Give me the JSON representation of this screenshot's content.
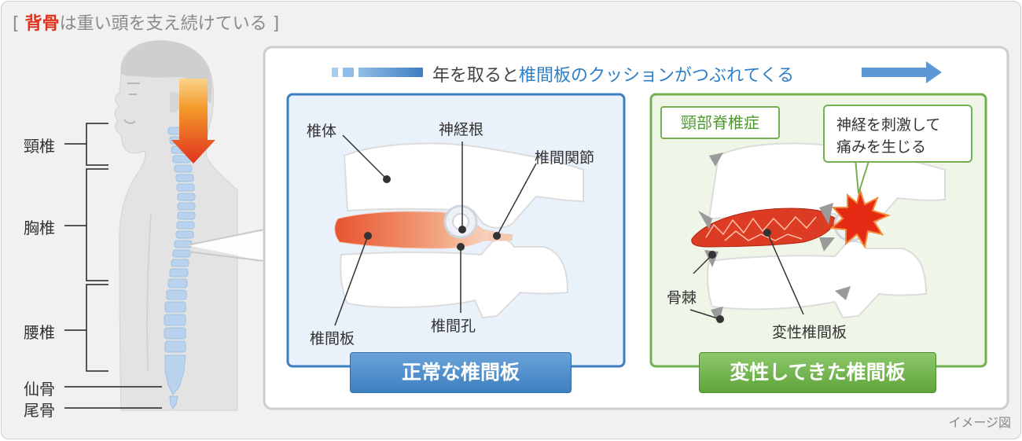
{
  "title": {
    "bracket_open": "[ ",
    "highlight": "背骨",
    "rest": "は重い頭を支え続けている",
    "bracket_close": " ]"
  },
  "spine_labels": {
    "cervical": "頸椎",
    "thoracic": "胸椎",
    "lumbar": "腰椎",
    "sacrum": "仙骨",
    "coccyx": "尾骨"
  },
  "header": {
    "prefix": "年を取ると",
    "highlight": "椎間板のクッションがつぶれてくる"
  },
  "normal_panel": {
    "labels": {
      "vertebral_body": "椎体",
      "nerve_root": "神経根",
      "facet_joint": "椎間関節",
      "disc": "椎間板",
      "foramen": "椎間孔"
    },
    "button": "正常な椎間板"
  },
  "degen_panel": {
    "tag": "頸部脊椎症",
    "bubble_line1": "神経を刺激して",
    "bubble_line2": "痛みを生じる",
    "labels": {
      "osteophyte": "骨棘",
      "degen_disc": "変性椎間板"
    },
    "button": "変性してきた椎間板"
  },
  "caption": "イメージ図",
  "colors": {
    "accent_red": "#e0321e",
    "accent_blue": "#2f7fc6",
    "panel_blue": "#3e7fc0",
    "panel_green": "#73b052"
  }
}
